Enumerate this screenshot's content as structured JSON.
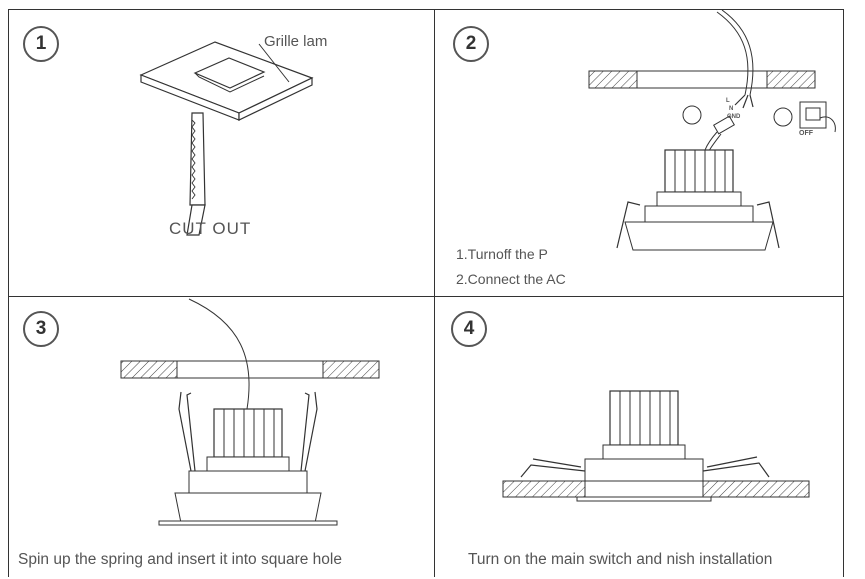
{
  "steps": [
    {
      "number": "1",
      "label": "Grille lam",
      "caption": "CUT OUT"
    },
    {
      "number": "2",
      "line1": "1.Turnoff the P",
      "line2": "2.Connect the AC",
      "wire_l": "L",
      "wire_n": "N",
      "wire_gnd": "GND",
      "switch_text": "OFF"
    },
    {
      "number": "3",
      "caption": "Spin up the spring and insert it into square hole"
    },
    {
      "number": "4",
      "caption": "Turn on the main switch and nish installation"
    }
  ]
}
